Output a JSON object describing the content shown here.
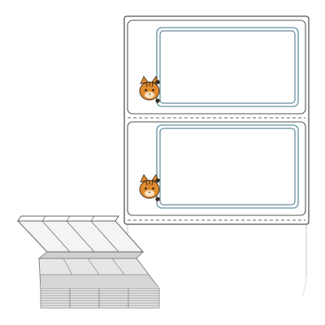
{
  "product": {
    "label_count_shown": 2,
    "perforation": "dashed",
    "fold": "fanfold"
  },
  "colors": {
    "background": "#ffffff",
    "sheet_outline": "#555555",
    "perforation_line": "#666666",
    "frame_outer": "#7fa3b3",
    "frame_inner": "#3f6f82",
    "mascot_orange": "#e08a2e",
    "mascot_dark": "#3a2a1a",
    "stack_fill": "#f2f2f2",
    "stack_shade": "#cfcfcf",
    "stack_edge": "#777777"
  },
  "icons": {
    "mascot": "tiger-cat-mascot-icon"
  }
}
